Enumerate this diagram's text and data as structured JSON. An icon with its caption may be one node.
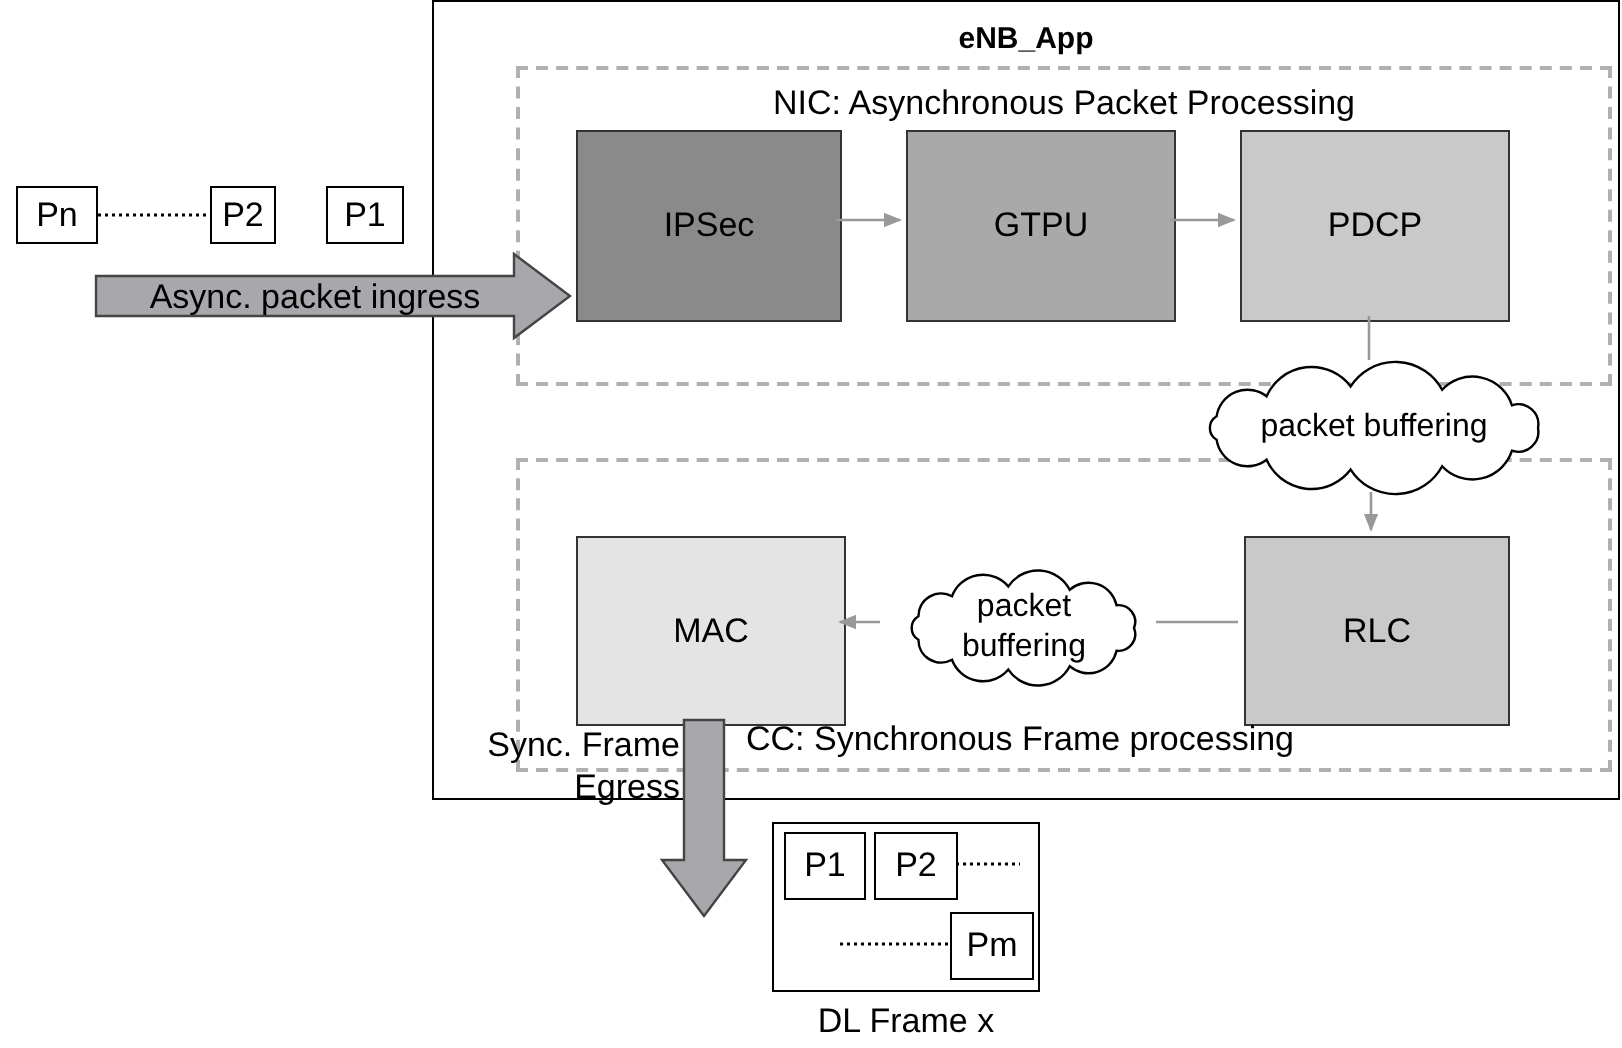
{
  "diagram": {
    "nodes": [
      {
        "text": [
          "eNB_App"
        ]
      },
      {
        "text": [
          "NIC: Asynchronous Packet Processing"
        ],
        "in": 0
      },
      {
        "text": [
          "IPSec"
        ],
        "in": 1
      },
      {
        "text": [
          "GTPU"
        ],
        "in": 1
      },
      {
        "text": [
          "PDCP"
        ],
        "in": 1
      },
      {
        "text": [
          "CC: Synchronous Frame processing"
        ],
        "in": 0
      },
      {
        "text": [
          "MAC"
        ],
        "in": 5
      },
      {
        "text": [
          "RLC"
        ],
        "in": 5
      },
      {
        "text": [
          "packet buffering"
        ],
        "in": 0
      },
      {
        "text": [
          "packet buffering"
        ],
        "in": 5
      },
      {
        "text": [
          "Pn"
        ]
      },
      {
        "text": [
          "P2"
        ]
      },
      {
        "text": [
          "P1"
        ]
      },
      {
        "text": [],
        "shape": "box",
        "beside": [
          "DL Frame x"
        ]
      },
      {
        "text": [
          "P1"
        ],
        "in": 13
      },
      {
        "text": [
          "P2"
        ],
        "in": 13
      },
      {
        "text": [
          "Pm"
        ],
        "in": 13
      }
    ],
    "edges": [
      {
        "from": null,
        "to": 2,
        "arrow": "to",
        "label": "Async. packet ingress",
        "style": "thick",
        "color": "#444444"
      },
      {
        "from": 2,
        "to": 3,
        "arrow": "to"
      },
      {
        "from": 3,
        "to": 4,
        "arrow": "to"
      },
      {
        "from": 4,
        "to": 8,
        "arrow": "none"
      },
      {
        "from": 8,
        "to": 7,
        "arrow": "to"
      },
      {
        "from": 7,
        "to": 9,
        "arrow": "none"
      },
      {
        "from": 9,
        "to": 6,
        "arrow": "to"
      },
      {
        "from": 6,
        "to": null,
        "arrow": "to",
        "label": "Sync. Frame Egress",
        "style": "thick",
        "color": "#444444"
      },
      {
        "from": 10,
        "to": 11,
        "arrow": "none",
        "style": "dashed",
        "color": "#000000"
      },
      {
        "from": 15,
        "to": null,
        "arrow": "none",
        "style": "dashed",
        "color": "#000000"
      },
      {
        "from": null,
        "to": 16,
        "arrow": "none",
        "style": "dashed",
        "color": "#000000"
      }
    ]
  }
}
